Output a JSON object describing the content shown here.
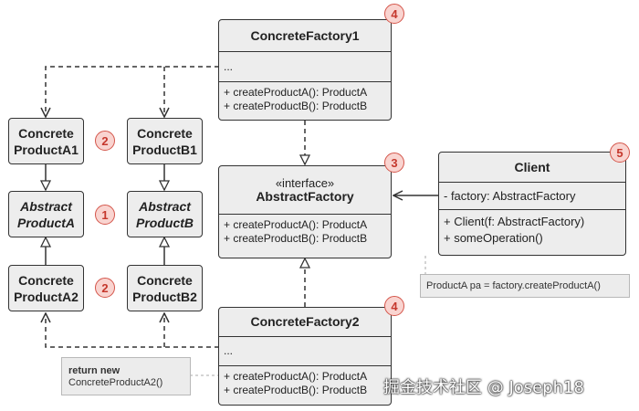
{
  "diagram": {
    "products": {
      "concrete_a1": "Concrete\nProductA1",
      "concrete_b1": "Concrete\nProductB1",
      "abstract_a": "Abstract\nProductA",
      "abstract_b": "Abstract\nProductB",
      "concrete_a2": "Concrete\nProductA2",
      "concrete_b2": "Concrete\nProductB2"
    },
    "factory1": {
      "name": "ConcreteFactory1",
      "fields": "...",
      "method_a": "+ createProductA(): ProductA",
      "method_b": "+ createProductB(): ProductB"
    },
    "abstract_factory": {
      "stereotype": "«interface»",
      "name": "AbstractFactory",
      "method_a": "+ createProductA(): ProductA",
      "method_b": "+ createProductB(): ProductB"
    },
    "factory2": {
      "name": "ConcreteFactory2",
      "fields": "...",
      "method_a": "+ createProductA(): ProductA",
      "method_b": "+ createProductB(): ProductB"
    },
    "client": {
      "name": "Client",
      "field": "- factory: AbstractFactory",
      "ctor": "+ Client(f: AbstractFactory)",
      "method": "+ someOperation()"
    },
    "notes": {
      "client_note": "ProductA pa = factory.createProductA()",
      "factory2_note_bold": "return new",
      "factory2_note": "ConcreteProductA2()"
    },
    "badges": {
      "b_concrete_a1": "2",
      "b_abstract_a": "1",
      "b_concrete_a2": "2",
      "b_factory1": "4",
      "b_interface": "3",
      "b_factory2": "4",
      "b_client": "5"
    },
    "watermark": "掘金技术社区 @ Joseph18",
    "colors": {
      "box_fill": "#ededed",
      "stroke": "#333333",
      "badge_fill": "#f9d4d0",
      "badge_stroke": "#d4554a",
      "badge_text": "#c5372c"
    }
  }
}
